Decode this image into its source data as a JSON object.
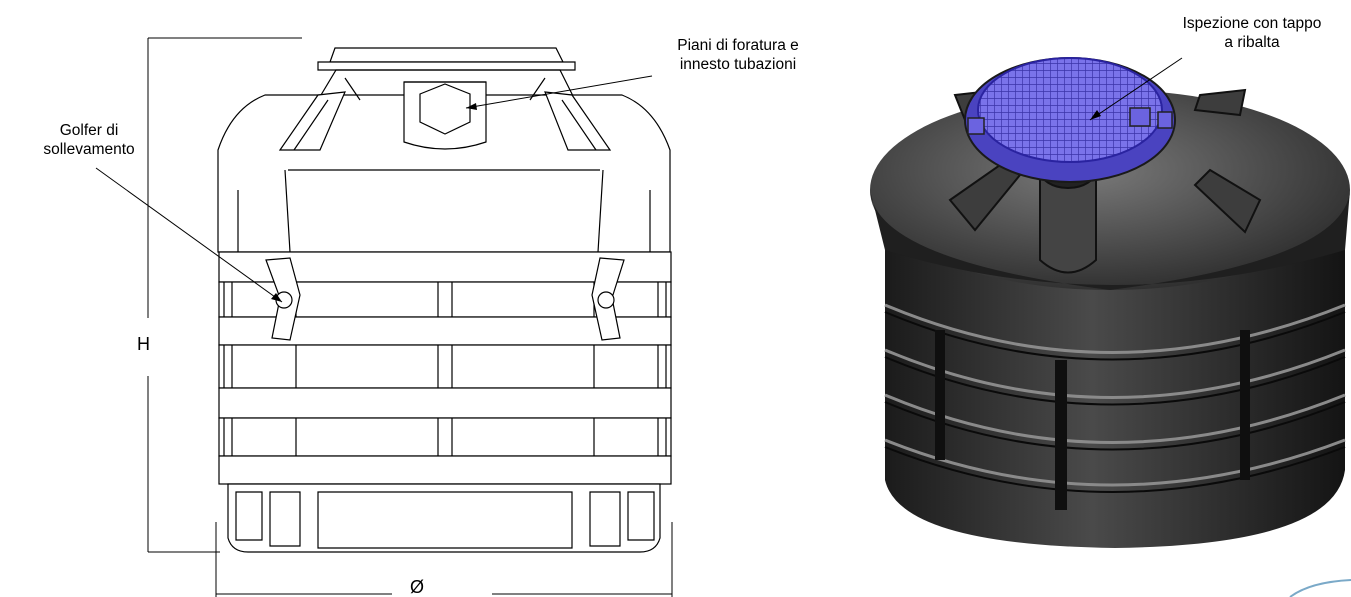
{
  "labels": {
    "golfer": "Golfer di\nsollevamento",
    "piani": "Piani di foratura e\ninnesto tubazioni",
    "ispezione": "Ispezione con tappo\na ribalta",
    "height": "H",
    "diameter": "Ø"
  },
  "colors": {
    "lid": "#6b63e0",
    "tank": "#2a2a2a",
    "line": "#000000"
  }
}
